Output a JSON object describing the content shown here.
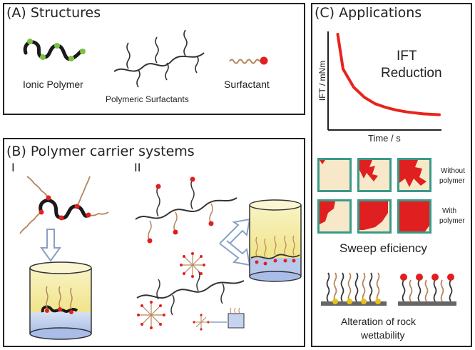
{
  "panel_a": {
    "title": "(A) Structures",
    "ionic_polymer_label": "Ionic Polymer",
    "polymeric_surfactants_label": "Polymeric Surfactants",
    "surfactant_label": "Surfactant"
  },
  "panel_b": {
    "title": "(B) Polymer carrier systems",
    "roman_1": "I",
    "roman_2": "II"
  },
  "panel_c": {
    "title": "(C) Applications",
    "ift_ylabel": "IFT / mNm",
    "ift_xlabel": "Time / s",
    "ift_text_line1": "IFT",
    "ift_text_line2": "Reduction",
    "without_polymer_line1": "Without",
    "without_polymer_line2": "polymer",
    "with_polymer_line1": "With",
    "with_polymer_line2": "polymer",
    "sweep_label": "Sweep eficiency",
    "wettability_line1": "Alteration of rock",
    "wettability_line2": "wettability"
  },
  "colors": {
    "polymer_black": "#1a1a1a",
    "ionic_green": "#7cc242",
    "surfactant_tail": "#b5845a",
    "head_red": "#e02020",
    "ift_curve": "#e8231c",
    "oil_yellow": "#f5eeaa",
    "water_blue": "#c5d3ee",
    "grain_yellow": "#e8c21a"
  },
  "chart_data": {
    "type": "line",
    "title": "",
    "xlabel": "Time / s",
    "ylabel": "IFT / mNm",
    "series": [
      {
        "values": [
          1.0,
          0.62,
          0.42,
          0.31,
          0.24,
          0.2,
          0.17,
          0.15,
          0.13,
          0.12
        ]
      }
    ],
    "x": [
      0.05,
      0.1,
      0.2,
      0.3,
      0.4,
      0.5,
      0.6,
      0.7,
      0.85,
      1.0
    ],
    "grid": false
  }
}
